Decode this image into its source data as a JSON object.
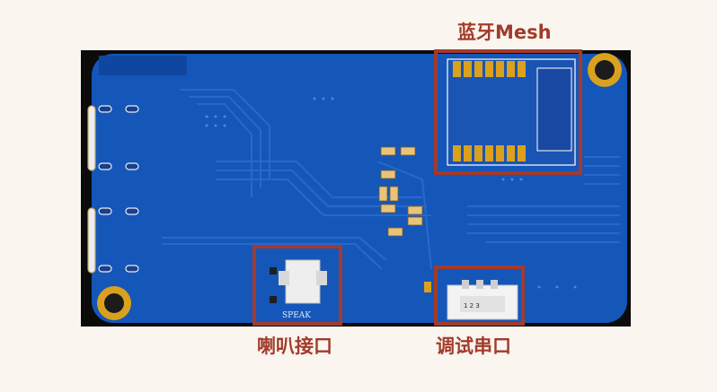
{
  "labels": {
    "bluetooth_mesh": "蓝牙Mesh",
    "speaker_port": "喇叭接口",
    "debug_uart": "调试串口"
  },
  "silkscreen": {
    "speaker": "SPEAK",
    "uart_pins": "1 2 3"
  },
  "colors": {
    "background": "#faf5ee",
    "board_shadow": "#0b0b0b",
    "board": "#1556b9",
    "board_dark": "#0f47a0",
    "trace": "#2a6bd0",
    "highlight_box": "#a23b2c",
    "gold_pad": "#d9a11e",
    "copper_pad": "#c9a25a",
    "label_text": "#a23b2c"
  }
}
